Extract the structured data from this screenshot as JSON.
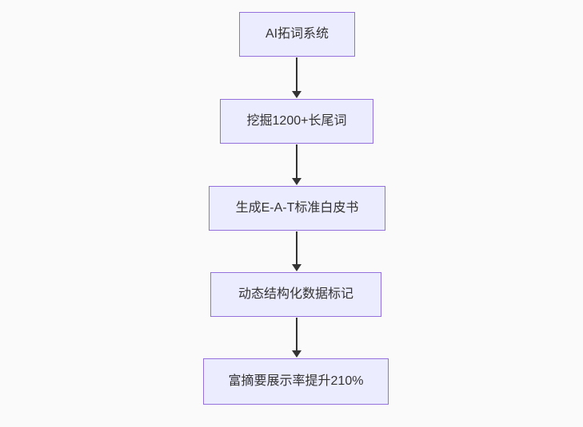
{
  "diagram": {
    "type": "flowchart",
    "direction": "top-down",
    "nodes": [
      {
        "id": "1",
        "label": "AI拓词系统"
      },
      {
        "id": "2",
        "label": "挖掘1200+长尾词"
      },
      {
        "id": "3",
        "label": "生成E-A-T标准白皮书"
      },
      {
        "id": "4",
        "label": "动态结构化数据标记"
      },
      {
        "id": "5",
        "label": "富摘要展示率提升210%"
      }
    ],
    "edges": [
      {
        "from": "1",
        "to": "2",
        "style": "arrow-down"
      },
      {
        "from": "2",
        "to": "3",
        "style": "arrow-down"
      },
      {
        "from": "3",
        "to": "4",
        "style": "arrow-down"
      },
      {
        "from": "4",
        "to": "5",
        "style": "arrow-down"
      }
    ],
    "colors": {
      "node_fill": "#ECECFF",
      "node_border": "#9370DB",
      "arrow": "#333333",
      "text": "#333333",
      "background": "#FAFAFA"
    }
  }
}
